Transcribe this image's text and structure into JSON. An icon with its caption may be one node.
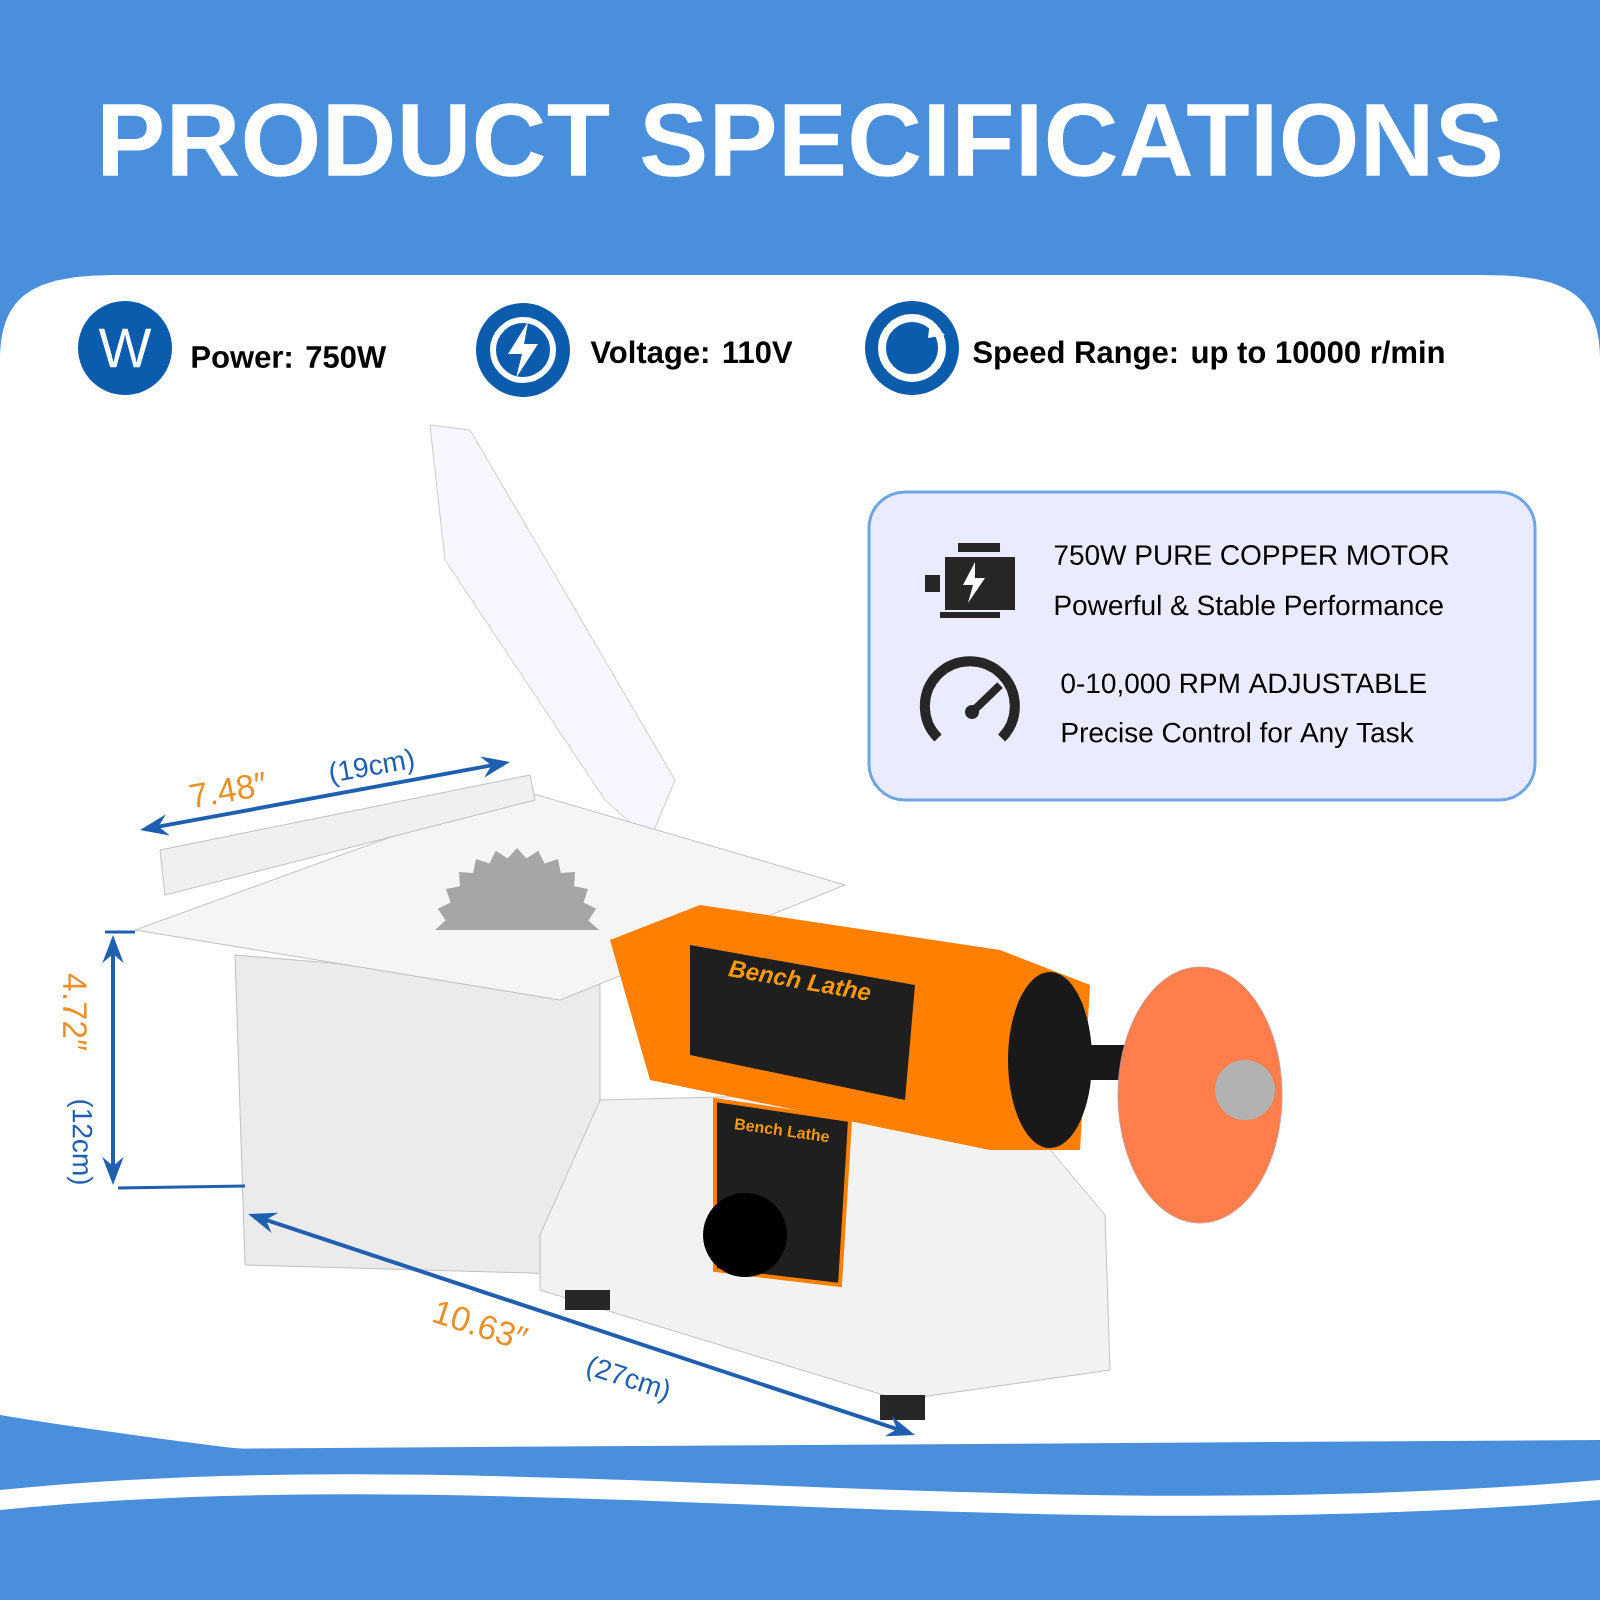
{
  "diagram": {
    "title": "PRODUCT SPECIFICATIONS",
    "nodes": [
      {
        "text": [
          "W"
        ],
        "beside": [
          "Power: 750W"
        ]
      },
      {
        "text": [
          "750W PURE COPPER MOTOR",
          "Powerful & Stable Performance",
          "0-10,000 RPM ADJUSTABLE",
          "Precise Control for Any Task"
        ]
      }
    ],
    "labels": [
      "Voltage: 110V",
      "Speed Range: up to 10000 r/min",
      "7.48″",
      "(19cm)",
      "4.72″",
      "(12cm)",
      "Bench Lathe",
      "Bench Lathe",
      "10.63″",
      "(27cm)"
    ]
  }
}
